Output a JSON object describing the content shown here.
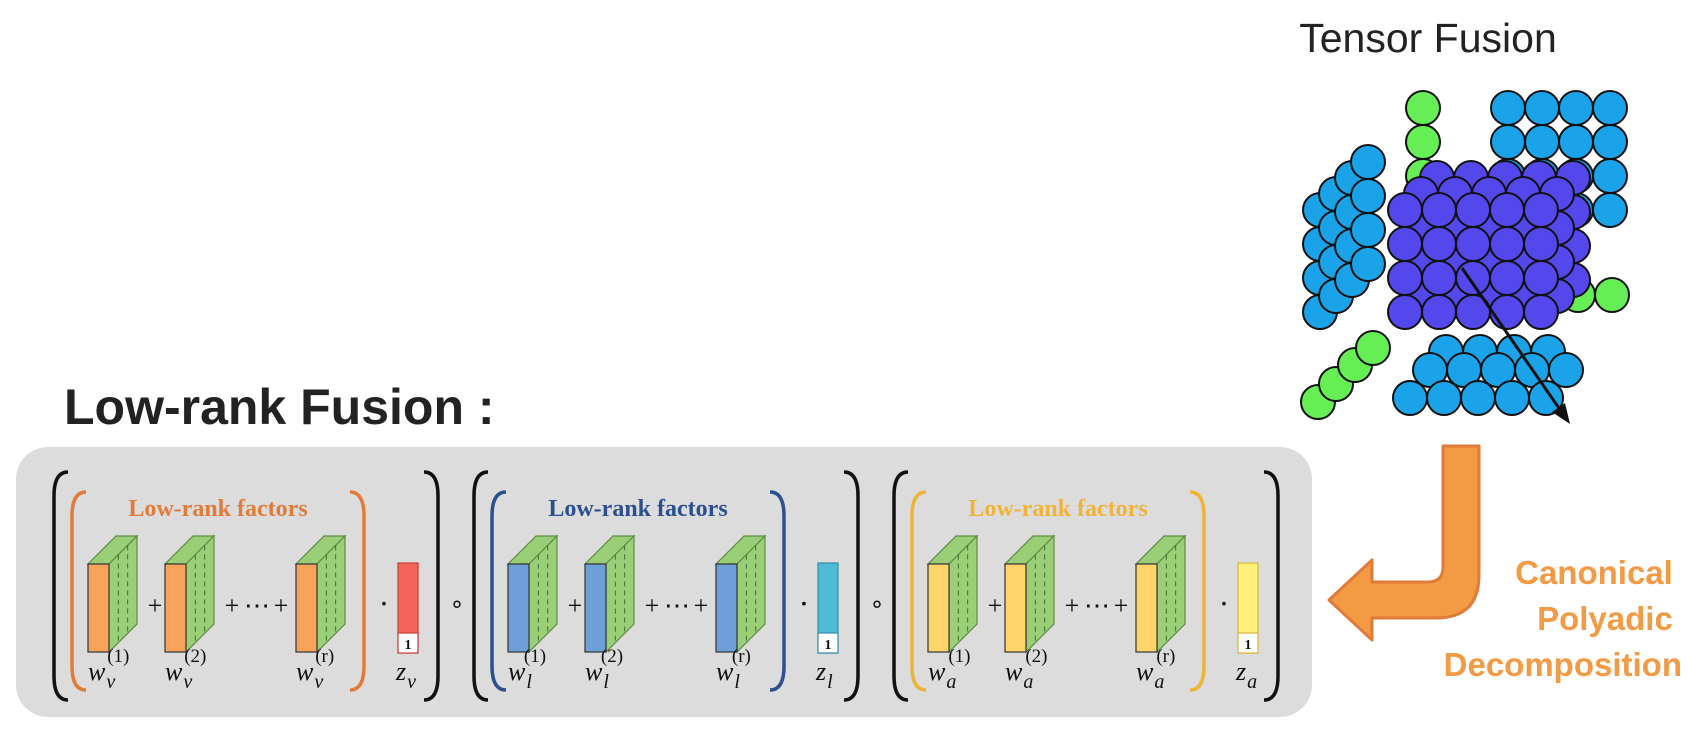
{
  "tensor": {
    "title": "Tensor Fusion",
    "colors": {
      "outer": "#1aa3e8",
      "inner": "#5447ec",
      "side": "#66ee55",
      "stroke": "#111111"
    }
  },
  "lowrank": {
    "title": "Low-rank Fusion :",
    "panel_color": "#dcdcdc",
    "factor_label": "Low-rank factors",
    "blocks": [
      {
        "id": "v",
        "sub": "v",
        "accent": "#e07b39",
        "front": "#f7a35c",
        "z_color": "#f4645a",
        "z_border": "#c83e3a"
      },
      {
        "id": "l",
        "sub": "l",
        "accent": "#2c4f8f",
        "front": "#6f9fd8",
        "z_color": "#4fbcd4",
        "z_border": "#2f8ea6"
      },
      {
        "id": "a",
        "sub": "a",
        "accent": "#f0b33a",
        "front": "#ffd46a",
        "z_color": "#fff07a",
        "z_border": "#d8b63a"
      }
    ],
    "superscripts": [
      "(1)",
      "(2)",
      "(r)"
    ],
    "w_letter": "w",
    "z_letter": "z",
    "one": "1",
    "plus": "+",
    "dots": "⋯",
    "dot_op": "·",
    "circ_op": "∘",
    "green": "#9bcf77"
  },
  "cpd": {
    "lines": [
      "Canonical",
      "Polyadic",
      "Decomposition"
    ],
    "color": "#f39a45"
  }
}
